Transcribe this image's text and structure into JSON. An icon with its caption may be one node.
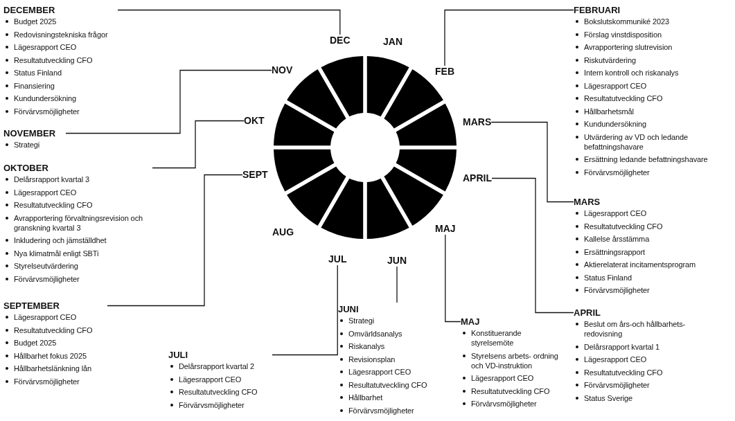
{
  "diagram": {
    "nodes": [
      {
        "text": [
          "JAN"
        ]
      },
      {
        "text": [
          "FEB"
        ]
      },
      {
        "text": [
          "MARS"
        ]
      },
      {
        "text": [
          "APRIL"
        ]
      },
      {
        "text": [
          "MAJ"
        ]
      },
      {
        "text": [
          "JUN"
        ]
      },
      {
        "text": [
          "JUL"
        ]
      },
      {
        "text": [
          "AUG"
        ]
      },
      {
        "text": [
          "SEPT"
        ]
      },
      {
        "text": [
          "OKT"
        ]
      },
      {
        "text": [
          "NOV"
        ]
      },
      {
        "text": [
          "DEC"
        ]
      },
      {
        "text": [
          "FEBRUARI",
          "Bokslutskommuniké 2023",
          "Förslag vinstdisposition",
          "Avrapportering slutrevision",
          "Riskutvärdering",
          "Intern kontroll och riskanalys",
          "Lägesrapport CEO",
          "Resultatutveckling CFO",
          "Hållbarhetsmål",
          "Kundundersökning",
          "Utvärdering av VD och ledande befattningshavare",
          "Ersättning ledande befattningshavare",
          "Förvärvsmöjligheter"
        ]
      },
      {
        "text": [
          "MARS",
          "Lägesrapport CEO",
          "Resultatutveckling CFO",
          "Kallelse årsstämma",
          "Ersättningsrapport",
          "Aktierelaterat incitamentsprogram",
          "Status Finland",
          "Förvärvsmöjligheter"
        ]
      },
      {
        "text": [
          "APRIL",
          "Beslut om års-och hållbarhets- redovisning",
          "Delårsrapport kvartal 1",
          "Lägesrapport CEO",
          "Resultatutveckling CFO",
          "Förvärvsmöjligheter",
          "Status Sverige"
        ]
      },
      {
        "text": [
          "MAJ",
          "Konstituerande styrelsemöte",
          "Styrelsens arbets- ordning och VD-instruktion",
          "Lägesrapport CEO",
          "Resultatutveckling CFO",
          "Förvärvsmöjligheter"
        ]
      },
      {
        "text": [
          "JUNI",
          "Strategi",
          "Omvärldsanalys",
          "Riskanalys",
          "Revisionsplan",
          "Lägesrapport CEO",
          "Resultatutveckling CFO",
          "Hållbarhet",
          "Förvärvsmöjligheter"
        ]
      },
      {
        "text": [
          "JULI",
          "Delårsrapport kvartal 2",
          "Lägesrapport CEO",
          "Resultatutveckling CFO",
          "Förvärvsmöjligheter"
        ]
      },
      {
        "text": [
          "SEPTEMBER",
          "Lägesrapport CEO",
          "Resultatutveckling CFO",
          "Budget 2025",
          "Hållbarhet fokus 2025",
          "Hållbarhetslänkning lån",
          "Förvärvsmöjligheter"
        ]
      },
      {
        "text": [
          "OKTOBER",
          "Delårsrapport kvartal 3",
          "Lägesrapport CEO",
          "Resultatutveckling CFO",
          "Avrapportering förvaltningsrevision och granskning kvartal 3",
          "Inkludering och jämställdhet",
          "Nya klimatmål enligt SBTi",
          "Styrelseutvärdering",
          "Förvärvsmöjligheter"
        ]
      },
      {
        "text": [
          "NOVEMBER",
          "Strategi"
        ]
      },
      {
        "text": [
          "DECEMBER",
          "Budget 2025",
          "Redovisningstekniska frågor",
          "Lägesrapport CEO",
          "Resultatutveckling CFO",
          "Status Finland",
          "Finansiering",
          "Kundundersökning",
          "Förvärvsmöjligheter"
        ]
      }
    ],
    "edges": [
      {
        "from": 12,
        "to": 1,
        "arrow": "none"
      },
      {
        "from": 13,
        "to": 2,
        "arrow": "none"
      },
      {
        "from": 14,
        "to": 3,
        "arrow": "none"
      },
      {
        "from": 15,
        "to": 4,
        "arrow": "none"
      },
      {
        "from": 16,
        "to": 5,
        "arrow": "none"
      },
      {
        "from": 17,
        "to": 6,
        "arrow": "none"
      },
      {
        "from": 18,
        "to": 8,
        "arrow": "none"
      },
      {
        "from": 19,
        "to": 9,
        "arrow": "none"
      },
      {
        "from": 20,
        "to": 10,
        "arrow": "none"
      },
      {
        "from": 21,
        "to": 11,
        "arrow": "none"
      }
    ]
  }
}
